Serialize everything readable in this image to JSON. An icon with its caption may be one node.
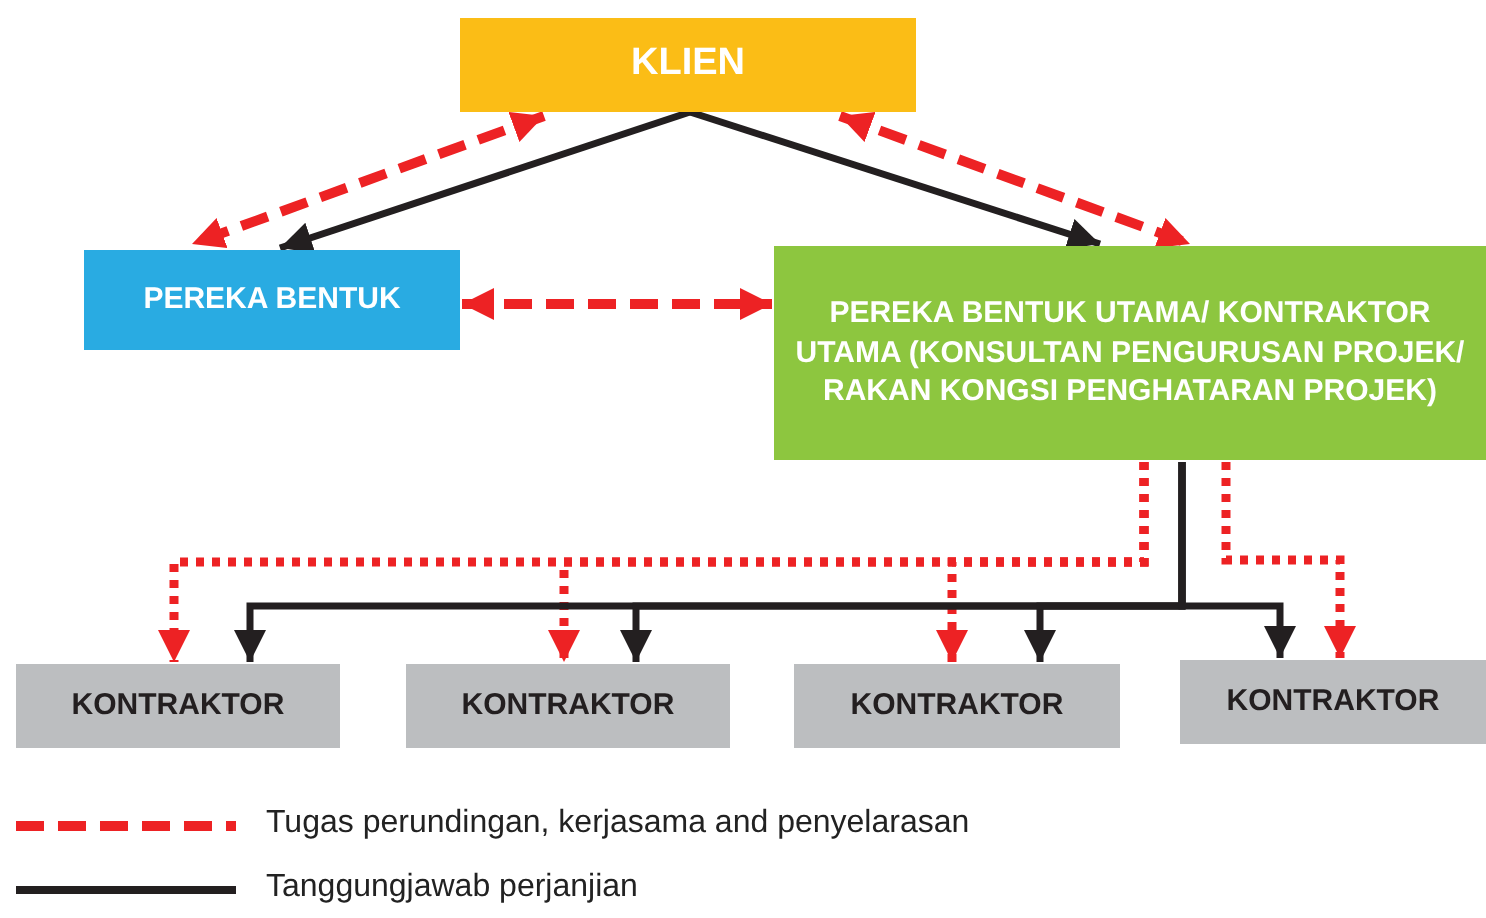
{
  "diagram": {
    "nodes": [
      {
        "text": [
          "KLIEN"
        ]
      },
      {
        "text": [
          "PEREKA BENTUK"
        ]
      },
      {
        "text": [
          "PEREKA BENTUK UTAMA/ KONTRAKTOR UTAMA (KONSULTAN PENGURUSAN PROJEK/ RAKAN KONGSI PENGHATARAN PROJEK)"
        ]
      },
      {
        "text": [
          "KONTRAKTOR"
        ]
      },
      {
        "text": [
          "KONTRAKTOR"
        ]
      },
      {
        "text": [
          "KONTRAKTOR"
        ]
      },
      {
        "text": [
          "KONTRAKTOR"
        ]
      }
    ],
    "edges": [
      {
        "from": 0,
        "to": 1,
        "arrow": "both",
        "style": "dashed",
        "color": "#ed2224"
      },
      {
        "from": 0,
        "to": 1,
        "arrow": "to",
        "color": "#231f20"
      },
      {
        "from": 0,
        "to": 2,
        "arrow": "to",
        "color": "#231f20"
      },
      {
        "from": 0,
        "to": 2,
        "arrow": "both",
        "style": "dashed",
        "color": "#ed2224"
      },
      {
        "from": 1,
        "to": 2,
        "arrow": "both",
        "style": "dashed",
        "color": "#ed2224"
      },
      {
        "from": 2,
        "to": 3,
        "arrow": "to",
        "style": "dashed",
        "color": "#ed2224"
      },
      {
        "from": 2,
        "to": 4,
        "arrow": "to",
        "style": "dashed",
        "color": "#ed2224"
      },
      {
        "from": 2,
        "to": 5,
        "arrow": "to",
        "style": "dashed",
        "color": "#ed2224"
      },
      {
        "from": 2,
        "to": 6,
        "arrow": "to",
        "style": "dashed",
        "color": "#ed2224"
      },
      {
        "from": 2,
        "to": 3,
        "arrow": "to",
        "color": "#231f20"
      },
      {
        "from": 2,
        "to": 4,
        "arrow": "to",
        "color": "#231f20"
      },
      {
        "from": 2,
        "to": 5,
        "arrow": "to",
        "color": "#231f20"
      },
      {
        "from": 2,
        "to": 6,
        "arrow": "to",
        "color": "#231f20"
      }
    ],
    "legend": [
      {
        "text": "Tugas perundingan, kerjasama and penyelarasan"
      },
      {
        "text": "Tanggungjawab perjanjian"
      }
    ]
  }
}
